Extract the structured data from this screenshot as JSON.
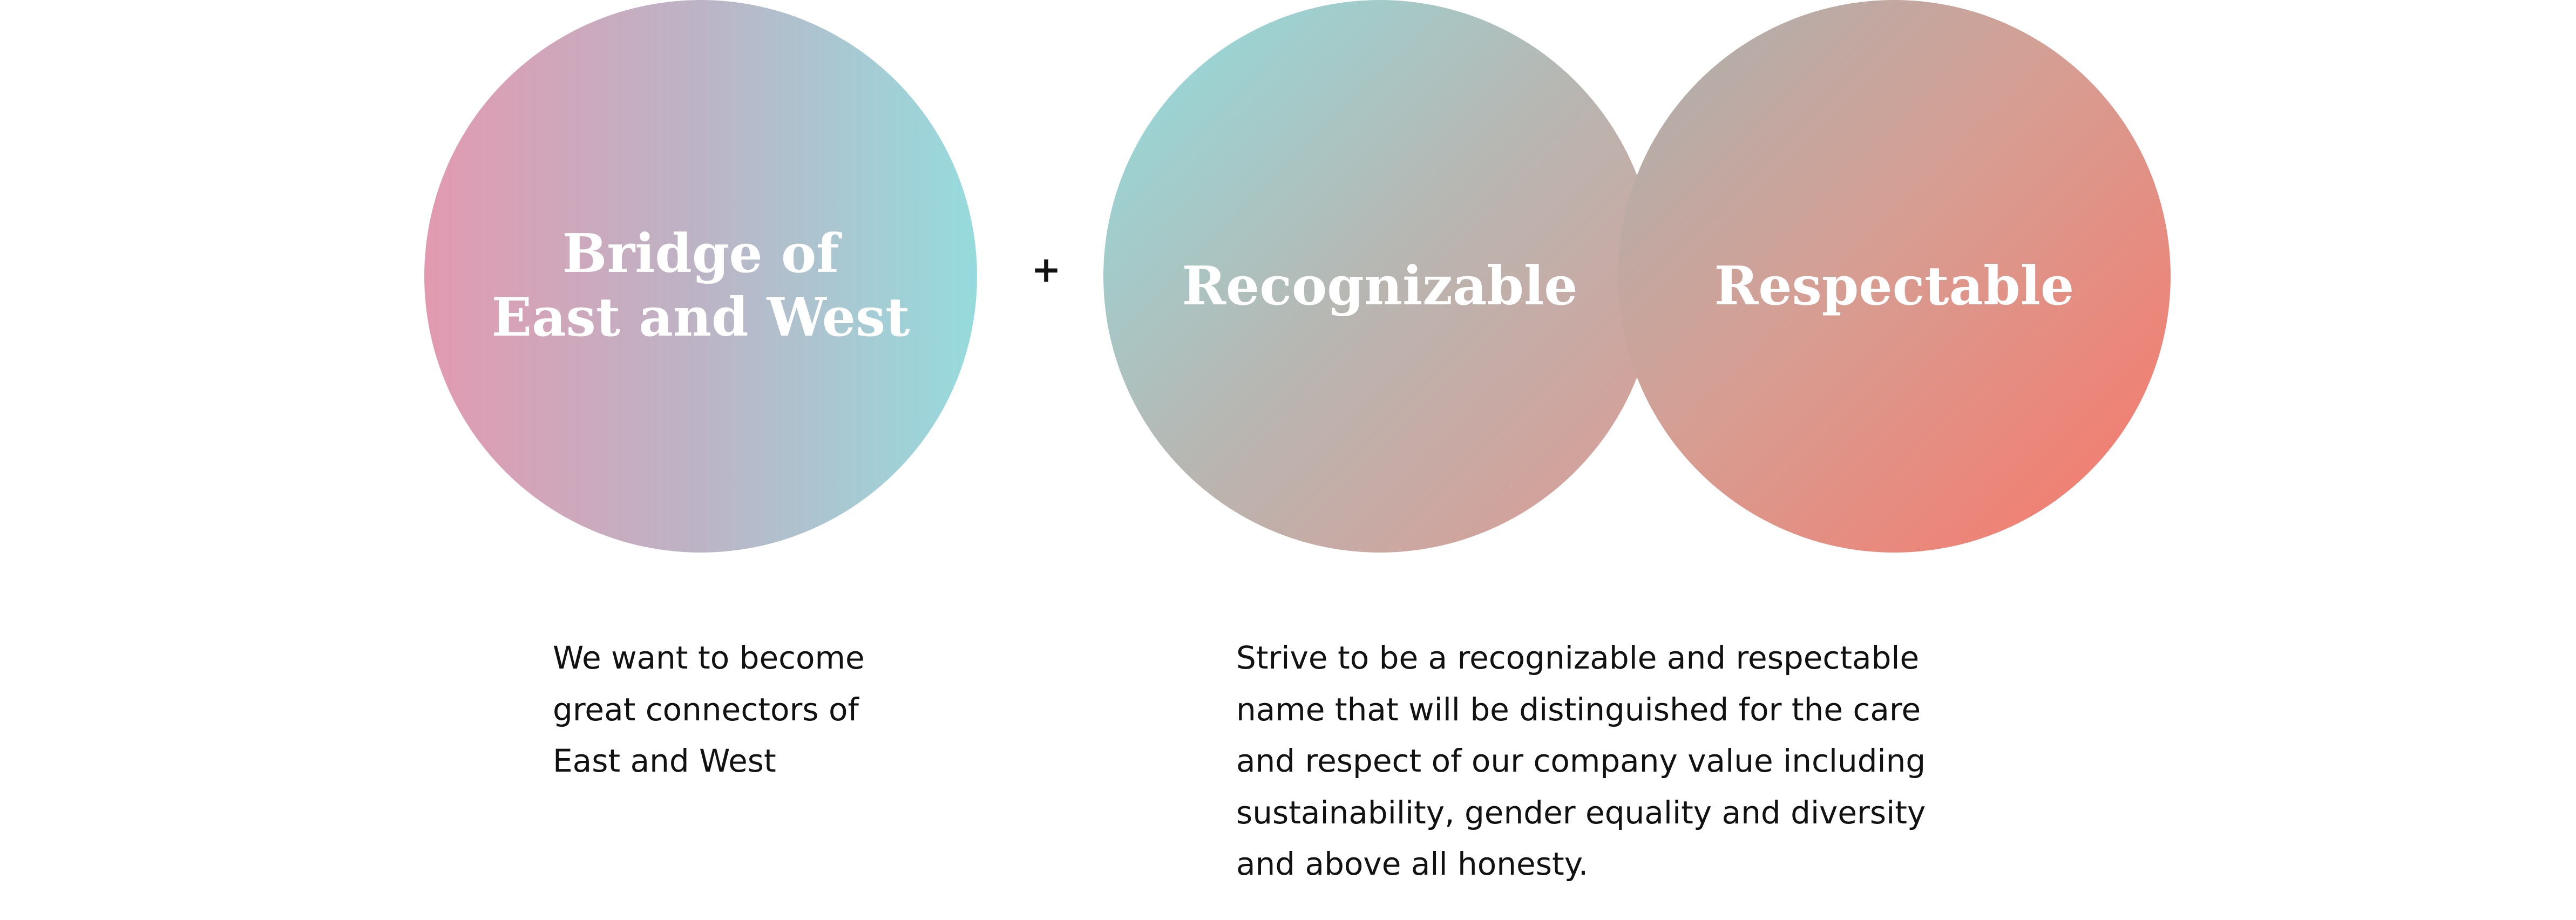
{
  "circles": {
    "bridge": {
      "line1": "Bridge of",
      "line2": "East and West"
    },
    "recognizable": {
      "label": "Recognizable"
    },
    "respectable": {
      "label": "Respectable"
    }
  },
  "operator": "+",
  "descriptions": {
    "left": [
      "We want to become",
      "great connectors of",
      "East and West"
    ],
    "right": [
      "Strive to be a recognizable and respectable",
      "name that will be distinguished for the care",
      "and respect of our company value including",
      "sustainability, gender equality and diversity",
      "and above all honesty."
    ]
  },
  "colors": {
    "bridge_gradient": [
      "#e29ab0",
      "#96dbdd"
    ],
    "recognizable_gradient": [
      "#8fdfe0",
      "#dd9a92"
    ],
    "respectable_gradient": [
      "#a8b4b2",
      "#f9776a"
    ],
    "label_text": "#ffffff",
    "body_text": "#111111"
  }
}
